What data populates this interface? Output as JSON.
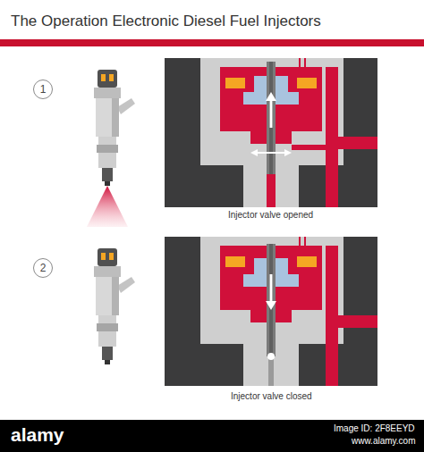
{
  "diagram": {
    "title": "The Operation Electronic Diesel Fuel Injectors",
    "nodes": [
      {
        "text": [
          "1"
        ]
      },
      {
        "text": [
          "2"
        ]
      }
    ],
    "labels": [
      "Injector valve opened",
      "Injector valve closed",
      "alamy",
      "Image ID: 2F8EEYD",
      "www.alamy.com"
    ]
  }
}
